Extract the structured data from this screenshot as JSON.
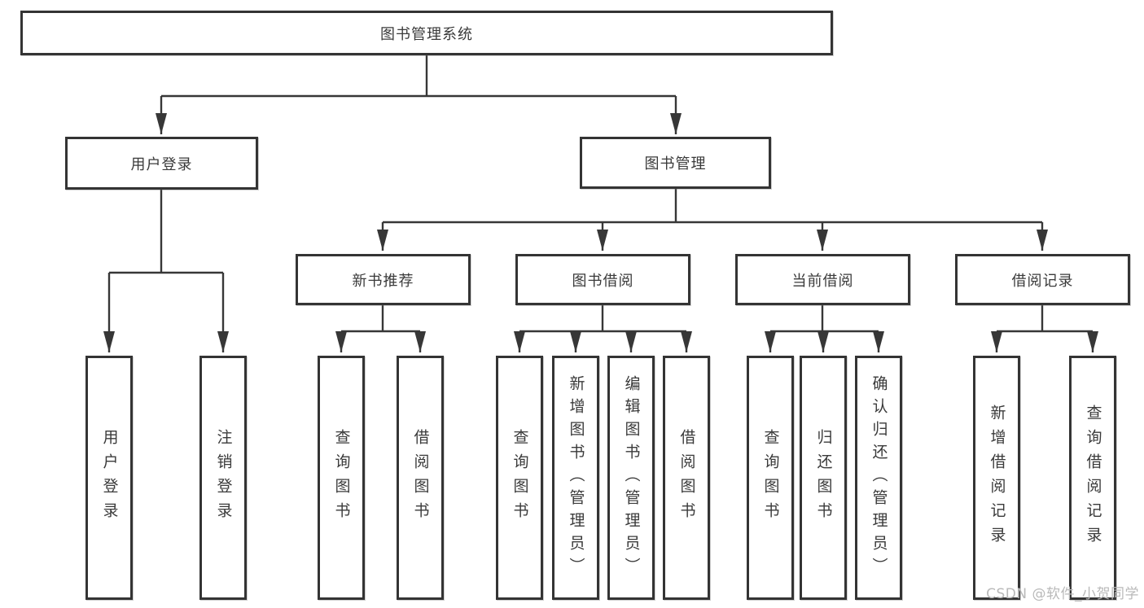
{
  "diagram_type": "functional-structure-tree",
  "tree": {
    "root": {
      "label": "图书管理系统"
    },
    "branches": [
      {
        "label": "用户登录",
        "children": [
          {
            "label": "用户登录"
          },
          {
            "label": "注销登录"
          }
        ]
      },
      {
        "label": "图书管理",
        "groups": [
          {
            "label": "新书推荐",
            "children": [
              {
                "label": "查询图书"
              },
              {
                "label": "借阅图书"
              }
            ]
          },
          {
            "label": "图书借阅",
            "children": [
              {
                "label": "查询图书"
              },
              {
                "label": "新增图书（管理员）"
              },
              {
                "label": "编辑图书（管理员）"
              },
              {
                "label": "借阅图书"
              }
            ]
          },
          {
            "label": "当前借阅",
            "children": [
              {
                "label": "查询图书"
              },
              {
                "label": "归还图书"
              },
              {
                "label": "确认归还（管理员）"
              }
            ]
          },
          {
            "label": "借阅记录",
            "children": [
              {
                "label": "新增借阅记录"
              },
              {
                "label": "查询借阅记录"
              }
            ]
          }
        ]
      }
    ]
  },
  "watermark": "CSDN @软件_小贺同学",
  "colors": {
    "background": "#ffffff",
    "box_border": "#343434",
    "connector_line": "#373737",
    "text": "#3a3a3a",
    "watermark_text": "#b9b9b9"
  }
}
